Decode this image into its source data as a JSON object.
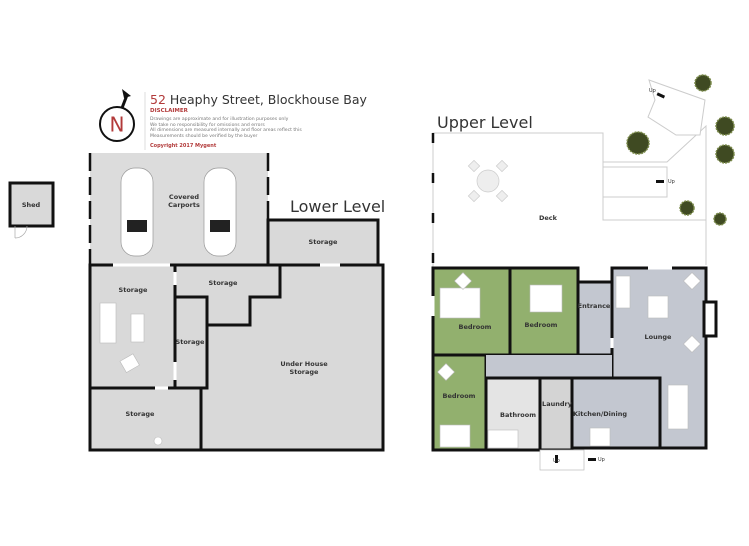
{
  "header": {
    "address_number": "52",
    "address_rest": "Heaphy Street, Blockhouse Bay",
    "compass_letter": "N",
    "disclaimer_heading": "DISCLAIMER",
    "disclaimer_lines": [
      "Drawings are approximate and for illustration purposes only",
      "We take no responsibility for omissions and errors",
      "All dimensions are measured internally and floor areas reflect this",
      "Measurements should be verified by the buyer"
    ],
    "copyright": "Copyright 2017   Mygent"
  },
  "lower_level": {
    "title": "Lower Level",
    "rooms": {
      "shed": "Shed",
      "carports": "Covered Carports",
      "storage_right_top": "Storage",
      "storage_middle_top": "Storage",
      "storage_left": "Storage",
      "storage_narrow": "Storage",
      "under_house": "Under House Storage",
      "storage_bottom": "Storage"
    }
  },
  "upper_level": {
    "title": "Upper Level",
    "rooms": {
      "deck": "Deck",
      "bedroom1": "Bedroom",
      "bedroom2": "Bedroom",
      "bedroom3": "Bedroom",
      "entrance": "Entrance",
      "lounge": "Lounge",
      "bathroom": "Bathroom",
      "laundry": "Laundry",
      "kitchen": "Kitchen/Dining"
    },
    "stair_labels": [
      "Up",
      "Up",
      "Up",
      "Up"
    ]
  },
  "colors": {
    "lower_floor": "#d9d9d9",
    "bedroom_green": "#92b06e",
    "living_gray": "#c3c7d0",
    "accent_red": "#b23a3a",
    "tree_green": "#3f4a22"
  }
}
